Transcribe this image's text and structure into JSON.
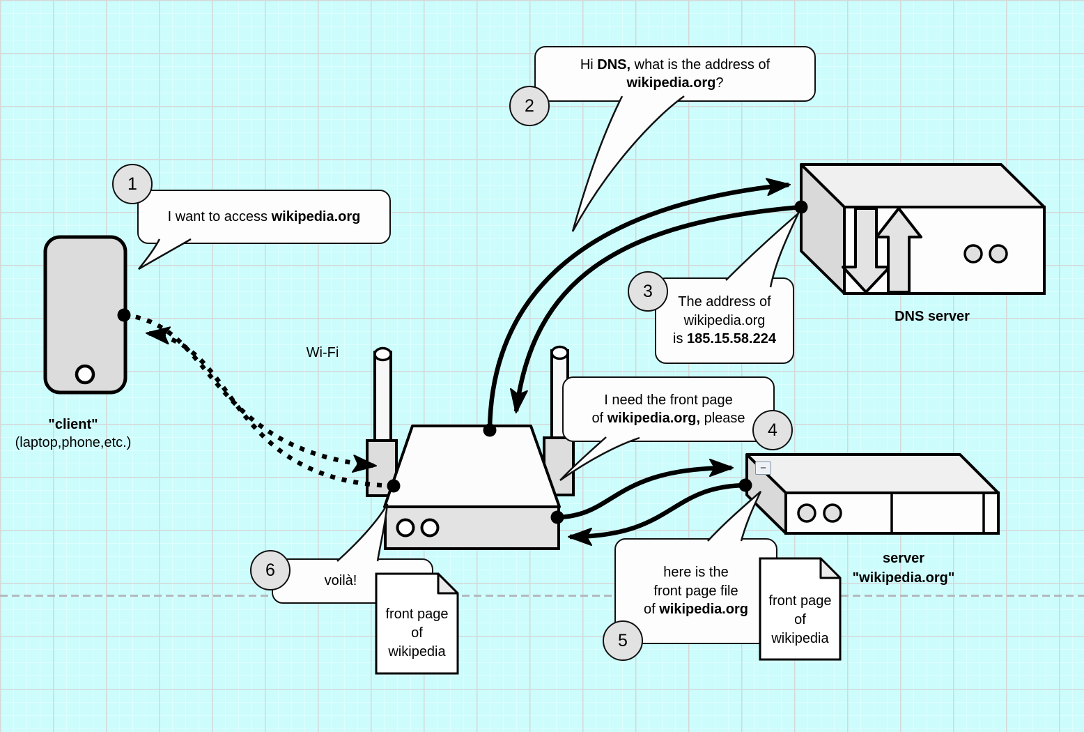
{
  "canvas": {
    "background_color": "#cdfcfc",
    "grid_major_color": "#d4d8d8",
    "grid_minor_color": "#defefe"
  },
  "bubbles": {
    "b1": {
      "badge": "1",
      "t1": "I want to access ",
      "t2": "wikipedia.org"
    },
    "b2": {
      "badge": "2",
      "l1a": "Hi ",
      "l1b": "DNS,",
      "l1c": " what is the address of",
      "l2a": "wikipedia.org",
      "l2b": "?"
    },
    "b3": {
      "badge": "3",
      "l1": "The address of",
      "l2": "wikipedia.org",
      "l3a": "is ",
      "l3b": "185.15.58.224"
    },
    "b4": {
      "badge": "4",
      "l1": "I need the front page",
      "l2a": "of ",
      "l2b": "wikipedia.org,",
      "l2c": " please"
    },
    "b5": {
      "badge": "5",
      "l1": "here is the",
      "l2": "front page file",
      "l3a": "of ",
      "l3b": "wikipedia.org"
    },
    "b6": {
      "badge": "6",
      "t1": "voilà!"
    }
  },
  "labels": {
    "wifi": "Wi-Fi",
    "client_title": "\"client\"",
    "client_sub": "(laptop,phone,etc.)",
    "dns_server": "DNS server",
    "web_server": "server\n\"wikipedia.org\"",
    "doc_left": "front page\nof\nwikipedia",
    "doc_right": "front page\nof\nwikipedia",
    "collapse_glyph": "−",
    "dns_ip": "185.15.58.224"
  }
}
